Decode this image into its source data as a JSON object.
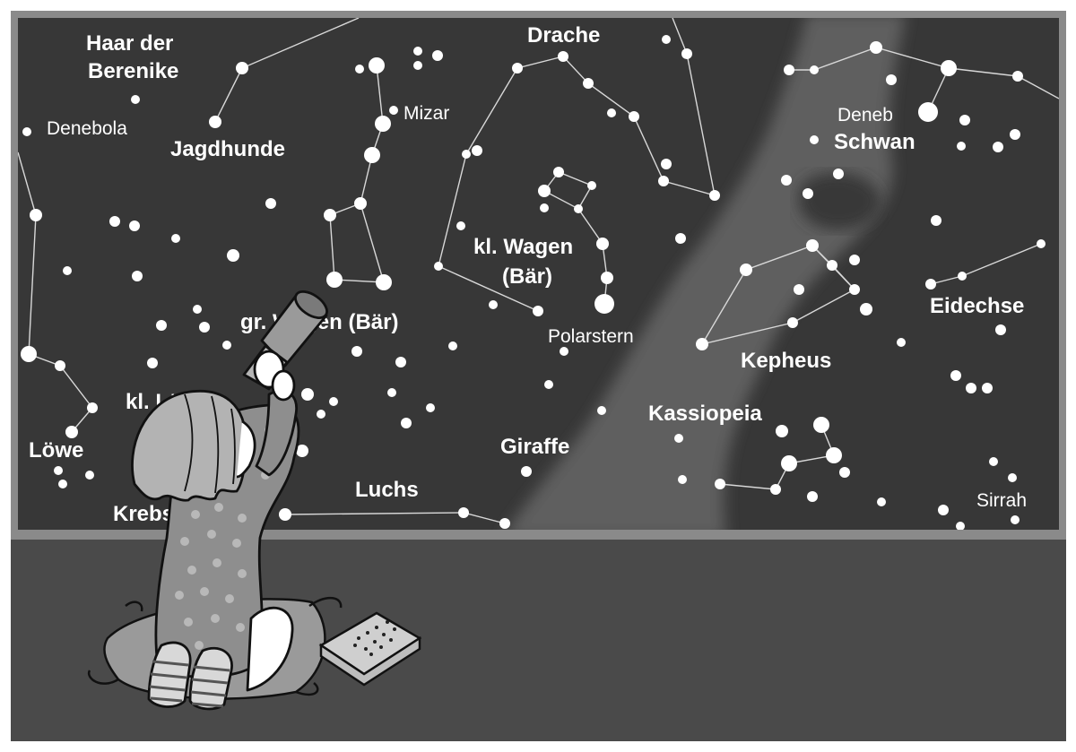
{
  "colors": {
    "sky": "#373737",
    "milky_way": "#5f5f5f",
    "frame": "#8a8a8a",
    "floor": "#4a4a4a",
    "star": "#ffffff",
    "line": "#d8d8d8"
  },
  "constellations": {
    "haar_der_berenike_1": "Haar der",
    "haar_der_berenike_2": "Berenike",
    "jagdhunde": "Jagdhunde",
    "drache": "Drache",
    "schwan": "Schwan",
    "kl_wagen_1": "kl. Wagen",
    "kl_wagen_2": "(Bär)",
    "gr_wagen": "gr. Wagen (Bär)",
    "eidechse": "Eidechse",
    "kepheus": "Kepheus",
    "kassiopeia": "Kassiopeia",
    "kl_loewe": "kl. Löwe",
    "loewe": "Löwe",
    "giraffe": "Giraffe",
    "luchs": "Luchs",
    "krebs": "Krebs"
  },
  "stars": {
    "denebola": "Denebola",
    "mizar": "Mizar",
    "deneb": "Deneb",
    "polarstern": "Polarstern",
    "sirrah": "Sirrah"
  },
  "illustration": {
    "observer": "girl-with-telescope",
    "book": "star-atlas-book",
    "cushion": "floor-cushion"
  }
}
